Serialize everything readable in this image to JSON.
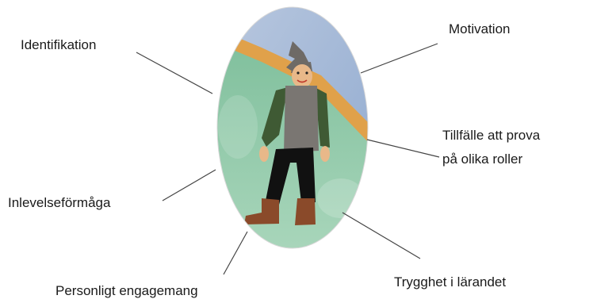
{
  "labels": {
    "identifikation": "Identifikation",
    "motivation": "Motivation",
    "tillfalle_line1": "Tillfälle att prova",
    "tillfalle_line2": "på olika roller",
    "inlevelse": "Inlevelseförmåga",
    "trygghet": "Trygghet i lärandet",
    "engagemang": "Personligt engagemang"
  },
  "colors": {
    "sky": "#8fa9cf",
    "sky_light": "#b9c8df",
    "meadow": "#7fbf9c",
    "meadow_light": "#a9d6bb",
    "stripe": "#e0a14a",
    "tunic": "#7a7672",
    "sleeves": "#3f5a34",
    "trousers": "#111111",
    "boots": "#8a4a2a",
    "hat": "#6e6a66",
    "skin": "#e8b889",
    "leader_line": "#444444"
  },
  "figure": {
    "icon": "paper-doll-figure"
  }
}
